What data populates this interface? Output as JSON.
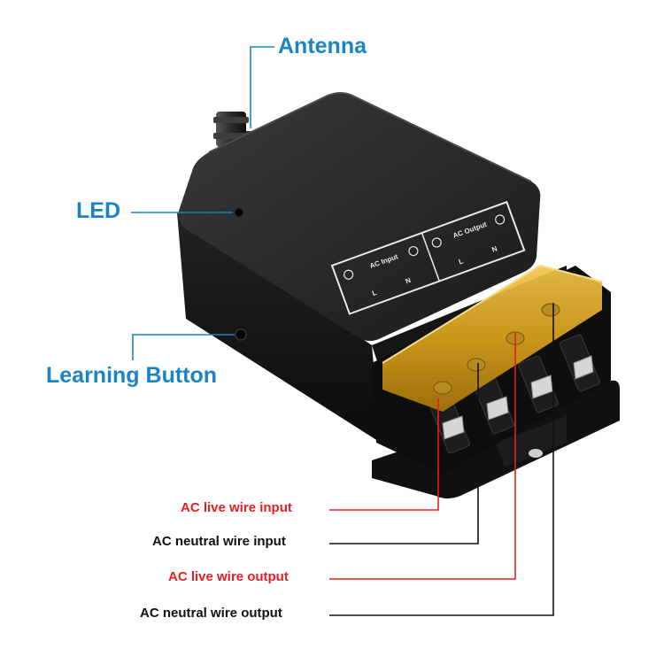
{
  "callouts": {
    "antenna": "Antenna",
    "led": "LED",
    "learning_button": "Learning Button"
  },
  "wire_labels": {
    "ac_live_input": "AC live wire input",
    "ac_neutral_input": "AC neutral wire input",
    "ac_live_output": "AC live wire output",
    "ac_neutral_output": "AC neutral wire output"
  },
  "device_panel": {
    "input_group": "AC Input",
    "output_group": "AC Output",
    "input_l": "L",
    "input_n": "N",
    "output_l": "L",
    "output_n": "N"
  },
  "colors": {
    "blue_callout": "#1b84c4",
    "red_callout": "#e32020",
    "dark_callout": "#111111",
    "terminal_cover": "#d9a21c"
  }
}
